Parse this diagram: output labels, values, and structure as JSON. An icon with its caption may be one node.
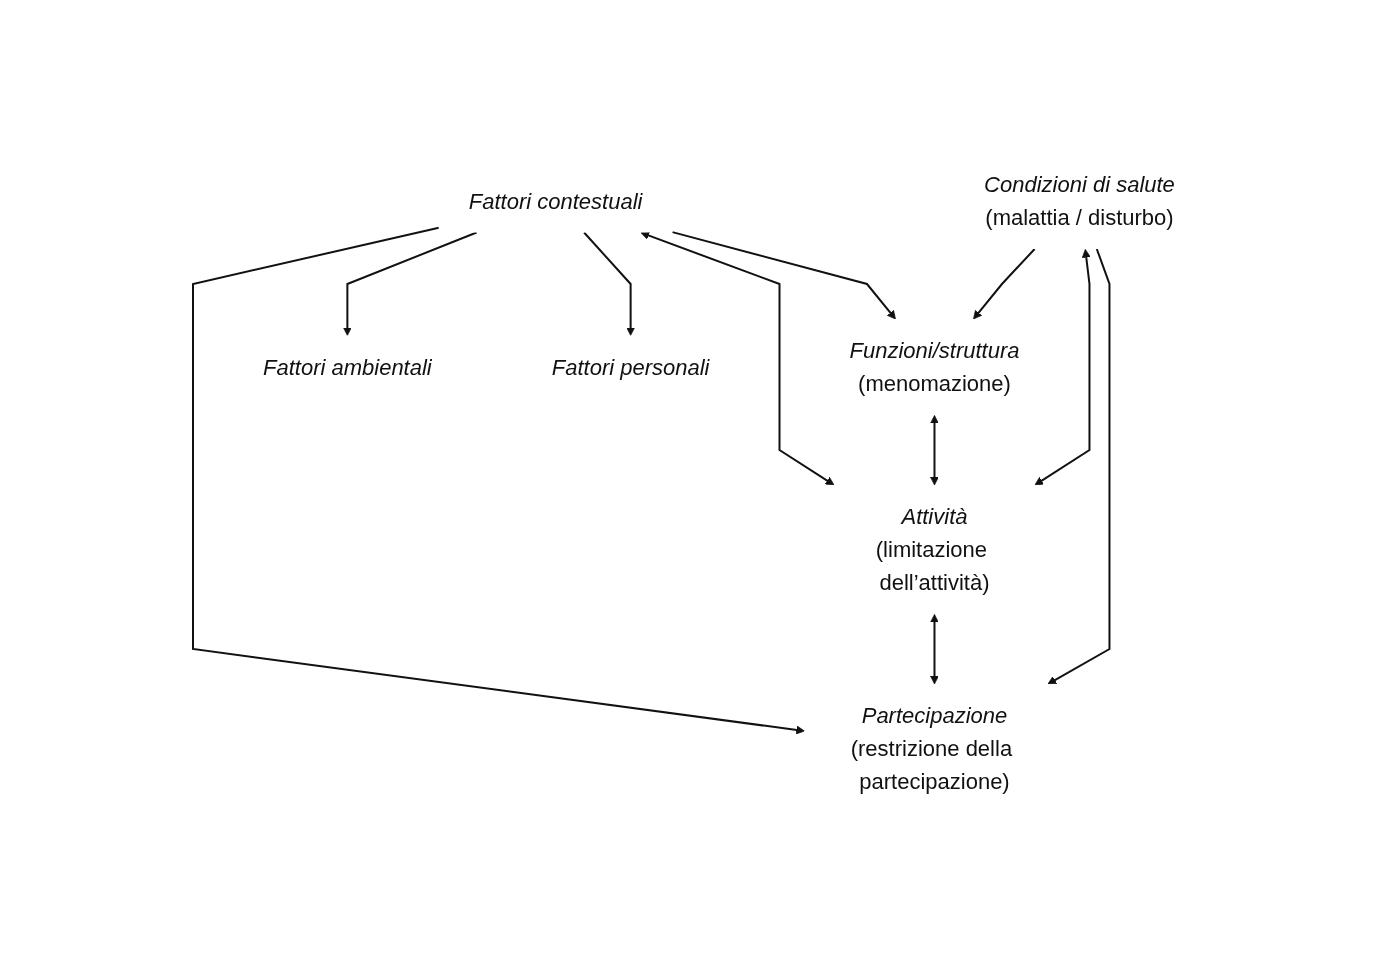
{
  "diagram": {
    "nodes": [
      {
        "text": [
          "Condizioni di salute",
          "(malattia / disturbo)"
        ]
      },
      {
        "text": [
          "Funzioni/struttura",
          "(menomazione)"
        ]
      },
      {
        "text": [
          "Attività",
          "(limitazione dell’attività)"
        ]
      },
      {
        "text": [
          "Partecipazione",
          "(restrizione della partecipazione)"
        ]
      },
      {
        "text": [
          "Fattori contestuali"
        ]
      },
      {
        "text": [
          "Fattori ambientali"
        ]
      },
      {
        "text": [
          "Fattori personali"
        ]
      }
    ],
    "edges": [
      {
        "from": 0,
        "to": 1,
        "arrow": "to"
      },
      {
        "from": 0,
        "to": 2,
        "arrow": "both"
      },
      {
        "from": 0,
        "to": 3,
        "arrow": "to"
      },
      {
        "from": 1,
        "to": 2,
        "arrow": "both"
      },
      {
        "from": 2,
        "to": 3,
        "arrow": "both"
      },
      {
        "from": 4,
        "to": 1,
        "arrow": "to"
      },
      {
        "from": 4,
        "to": 2,
        "arrow": "both"
      },
      {
        "from": 4,
        "to": 3,
        "arrow": "to"
      },
      {
        "from": 4,
        "to": 5,
        "arrow": "to"
      },
      {
        "from": 4,
        "to": 6,
        "arrow": "to"
      }
    ]
  }
}
